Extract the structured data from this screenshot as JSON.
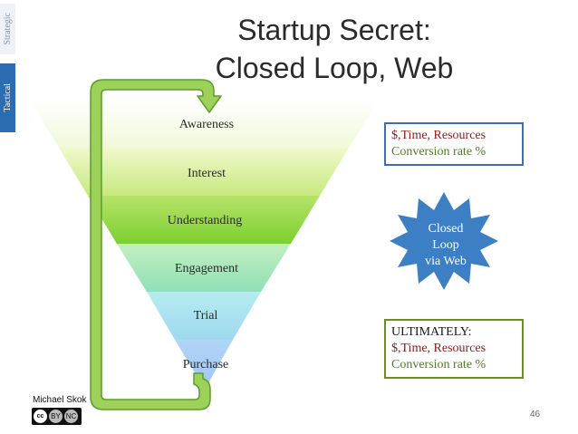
{
  "side_tabs": {
    "strategic": "Strategic",
    "tactical": "Tactical"
  },
  "title": {
    "line1": "Startup Secret:",
    "line2": "Closed Loop, Web"
  },
  "funnel": {
    "stages": [
      "Awareness",
      "Interest",
      "Understanding",
      "Engagement",
      "Trial",
      "Purchase"
    ]
  },
  "top_box": {
    "line1": "$,Time, Resources",
    "line2": "Conversion rate %"
  },
  "starburst": {
    "line1": "Closed",
    "line2": "Loop",
    "line3": "via Web"
  },
  "bottom_box": {
    "line0": "ULTIMATELY:",
    "line1": "$,Time, Resources",
    "line2": "Conversion rate %"
  },
  "author": "Michael Skok",
  "license": {
    "cc": "cc",
    "by": "BY",
    "nc": "NC"
  },
  "page_number": "46",
  "colors": {
    "funnel": [
      "#ffffff",
      "#d7ef93",
      "#8ed23c",
      "#a6e6c1",
      "#a8e0f0",
      "#a9c9f5"
    ],
    "arrow_fill": "#9dd15a",
    "arrow_stroke": "#5a9e2a",
    "starburst": "#3d7fc4",
    "top_box_border": "#3c6fb0",
    "bottom_box_border": "#6b8e23"
  }
}
